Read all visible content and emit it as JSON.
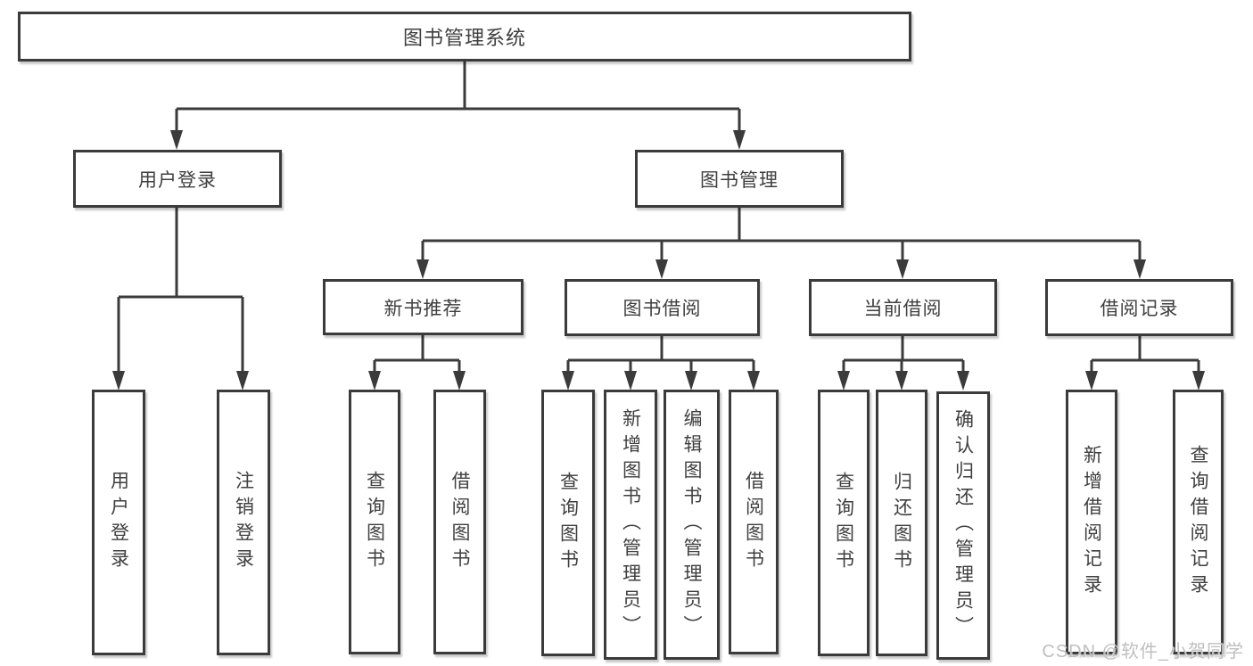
{
  "diagram": {
    "type": "hierarchy-tree",
    "watermark": "CSDN @软件_小贺同学",
    "colors": {
      "background": "#ffffff",
      "line": "#3b3b3b",
      "box_border": "#3b3b3b",
      "box_fill": "#ffffff",
      "text": "#3f3f3f",
      "watermark": "#bfbfbf"
    }
  },
  "tree": {
    "label": "图书管理系统",
    "children": [
      {
        "label": "用户登录",
        "children": [
          {
            "label": "用户登录"
          },
          {
            "label": "注销登录"
          }
        ]
      },
      {
        "label": "图书管理",
        "children": [
          {
            "label": "新书推荐",
            "children": [
              {
                "label": "查询图书"
              },
              {
                "label": "借阅图书"
              }
            ]
          },
          {
            "label": "图书借阅",
            "children": [
              {
                "label": "查询图书"
              },
              {
                "label": "新增图书（管理员）"
              },
              {
                "label": "编辑图书（管理员）"
              },
              {
                "label": "借阅图书"
              }
            ]
          },
          {
            "label": "当前借阅",
            "children": [
              {
                "label": "查询图书"
              },
              {
                "label": "归还图书"
              },
              {
                "label": "确认归还（管理员）"
              }
            ]
          },
          {
            "label": "借阅记录",
            "children": [
              {
                "label": "新增借阅记录"
              },
              {
                "label": "查询借阅记录"
              }
            ]
          }
        ]
      }
    ]
  }
}
